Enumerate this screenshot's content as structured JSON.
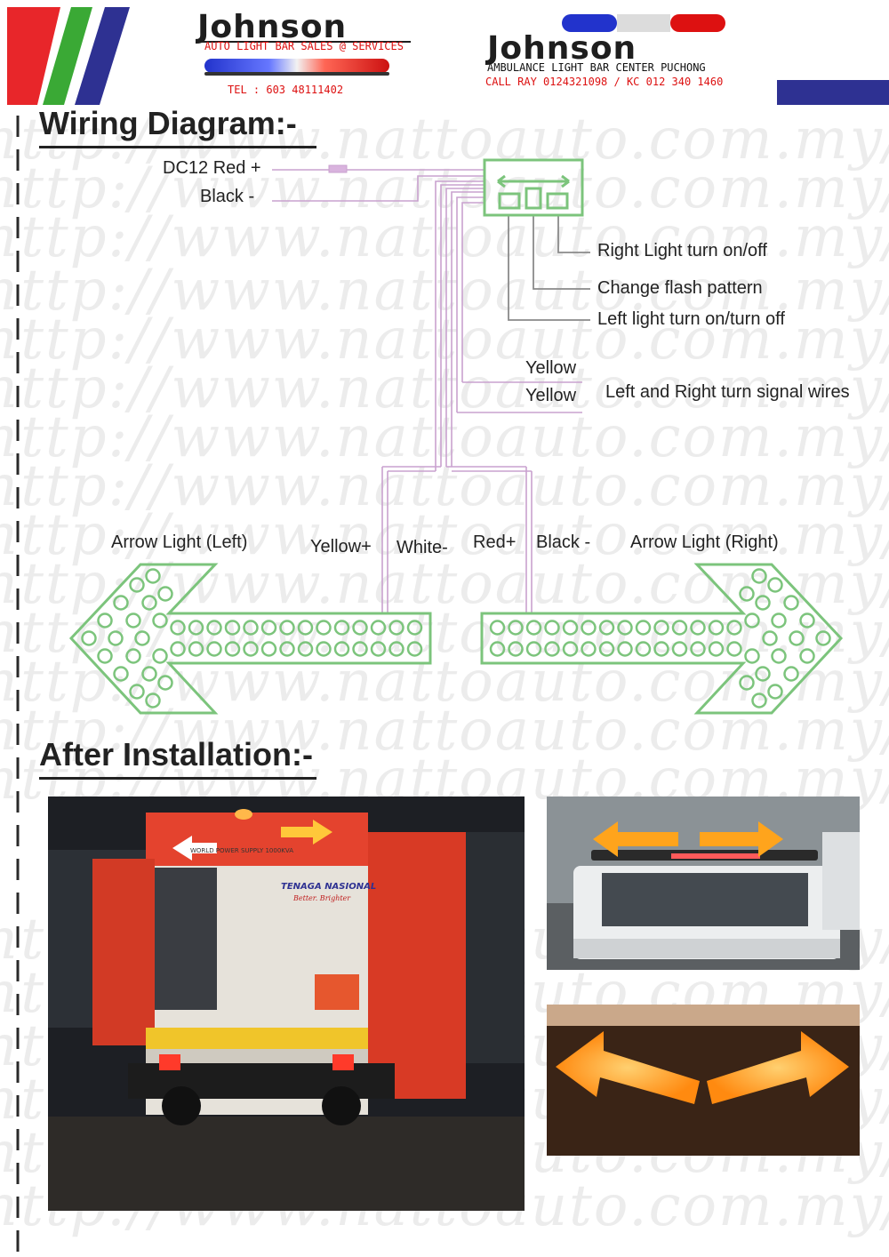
{
  "header": {
    "brand_left": {
      "name": "Johnson",
      "tagline": "AUTO LIGHT BAR SALES @ SERVICES",
      "tel": "TEL : 603 48111402"
    },
    "brand_right": {
      "name": "Johnson",
      "tagline": "AMBULANCE LIGHT BAR CENTER PUCHONG",
      "contact": "CALL RAY 0124321098  / KC 012 340 1460"
    }
  },
  "watermark": "http://www.nattoauto.com.my/",
  "wiring": {
    "title": "Wiring Diagram:-",
    "power": {
      "red": "DC12 Red +",
      "black": "Black -"
    },
    "controller_outputs": {
      "right": "Right Light turn on/off",
      "pattern": "Change flash pattern",
      "left": "Left light turn on/turn off"
    },
    "signal": {
      "yellow1": "Yellow",
      "yellow2": "Yellow",
      "desc": "Left and Right turn signal wires"
    },
    "arrows": {
      "left_label": "Arrow Light (Left)",
      "right_label": "Arrow Light (Right)",
      "yellow_plus": "Yellow+",
      "white_minus": "White-",
      "red_plus": "Red+",
      "black_minus": "Black -"
    }
  },
  "installation": {
    "title": "After Installation:-",
    "truck_text": {
      "arrow_panel": "WORLD POWER SUPPLY 1000KVA",
      "logo": "TENAGA NASIONAL",
      "slogan": "Better. Brighter"
    }
  },
  "colors": {
    "diagram_green": "#7cc47c",
    "wire_purple": "#c9a2cf",
    "stripe_red": "#e8262a",
    "stripe_green": "#3aa935",
    "stripe_blue": "#2e3192",
    "arrow_amber": "#ffb020"
  }
}
